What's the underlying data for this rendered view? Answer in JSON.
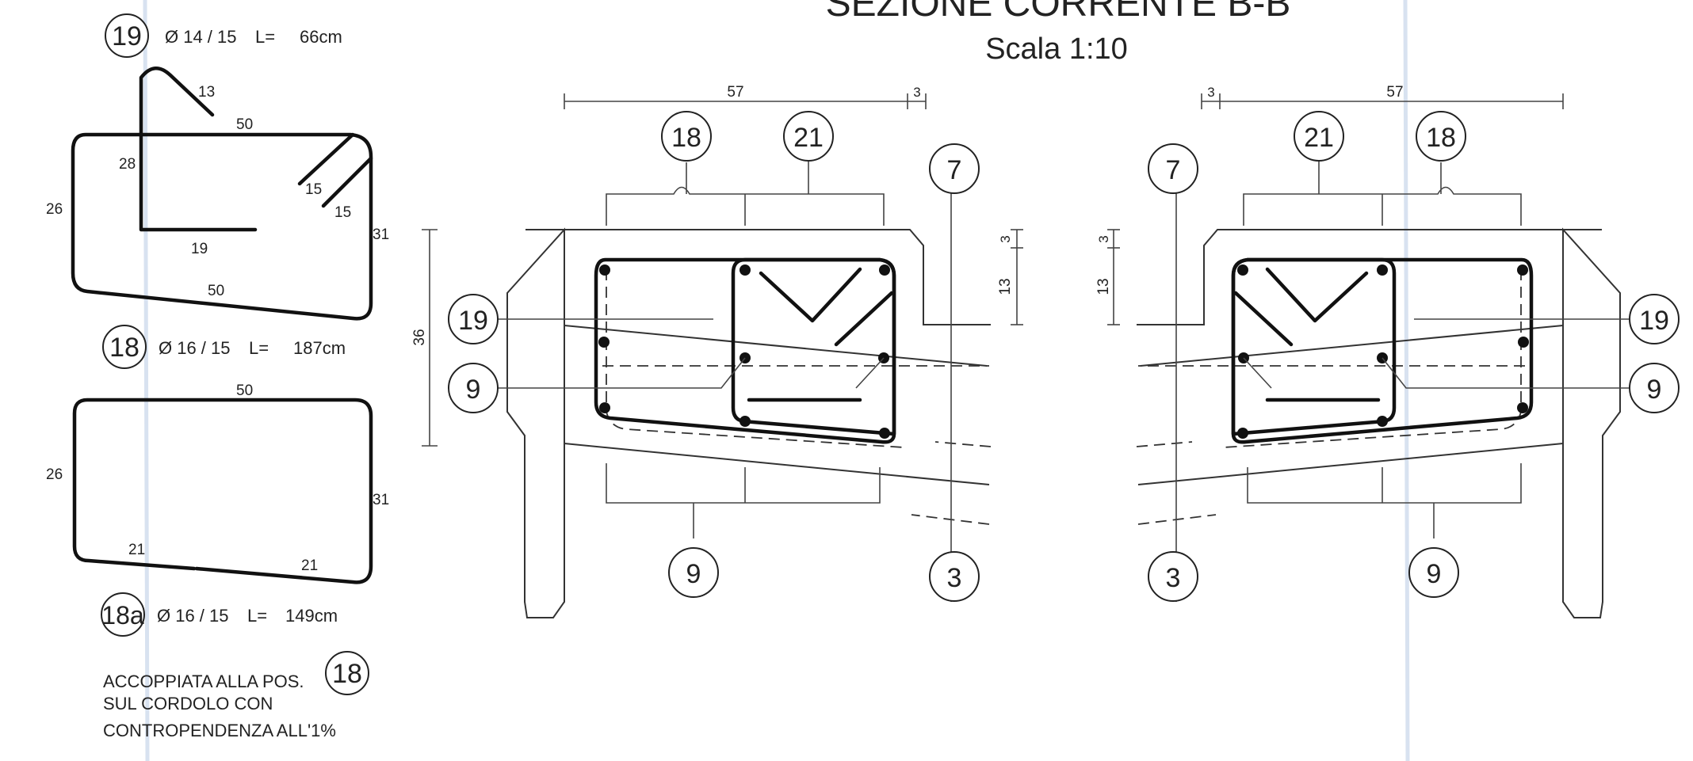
{
  "title": "SEZIONE CORRENTE B-B",
  "scale": "Scala  1:10",
  "bars": {
    "b19": {
      "mark": "19",
      "spec": "Ø 14 / 15",
      "len_label": "L=",
      "len_value": "66cm",
      "dims": [
        "13",
        "50",
        "28",
        "26",
        "15",
        "15",
        "31",
        "19",
        "50"
      ]
    },
    "b18": {
      "mark": "18",
      "spec": "Ø 16 / 15",
      "len_label": "L=",
      "len_value": "187cm",
      "dims": [
        "50",
        "26",
        "31",
        "21",
        "21"
      ]
    },
    "b18a": {
      "mark": "18a",
      "spec": "Ø 16 / 15",
      "len_label": "L=",
      "len_value": "149cm"
    }
  },
  "note": {
    "line1": "ACCOPPIATA ALLA POS.",
    "mark": "18",
    "line2": "SUL CORDOLO CON",
    "line3": "CONTROPENDENZA ALL'1%"
  },
  "section": {
    "dims": {
      "width": "57",
      "cover": "3",
      "height": "36",
      "d3": "3",
      "d13": "13"
    },
    "marks": [
      "18",
      "21",
      "7",
      "19",
      "9",
      "9",
      "3"
    ]
  }
}
